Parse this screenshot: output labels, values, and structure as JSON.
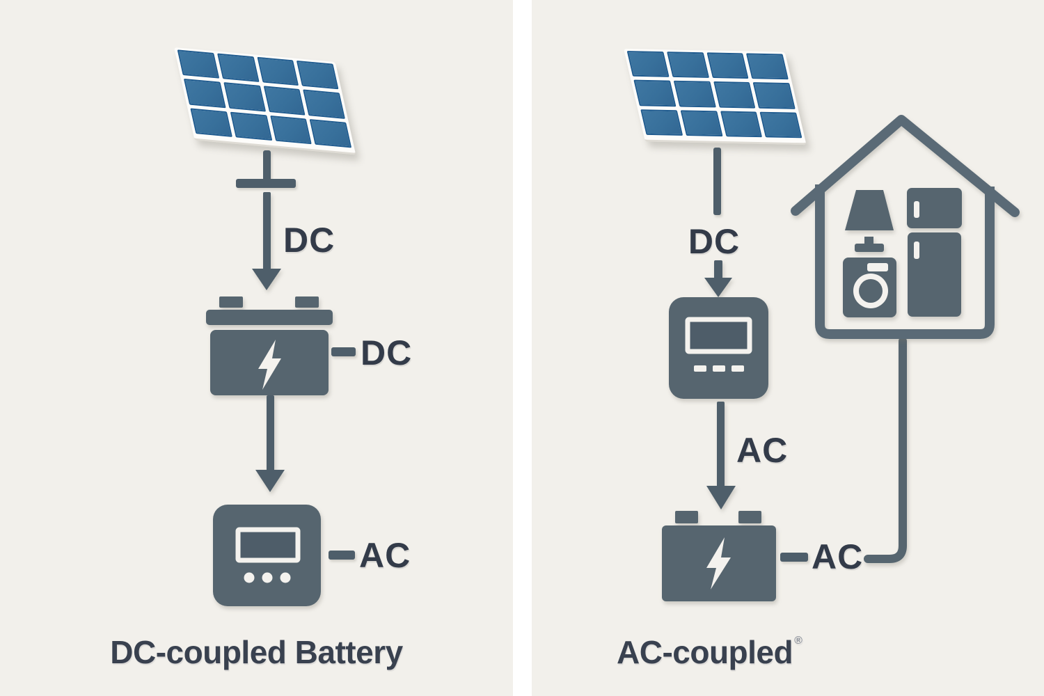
{
  "colors": {
    "page_background": "#ffffff",
    "panel_background": "#f2f0eb",
    "divider": "#ffffff",
    "icon_slate": "#56656f",
    "line_slate": "#4e5e6a",
    "label_navy": "#333b49",
    "caption_navy": "#39414f",
    "solar_cell_blue": "#38709b",
    "solar_cell_border": "#1e5a8e",
    "solar_frame_white": "#fdfcfa",
    "bolt_white": "#f4f2ee"
  },
  "left": {
    "caption": "DC-coupled Battery",
    "label_dc_top": "DC",
    "label_dc_battery": "DC",
    "label_ac_inverter": "AC",
    "icons": {
      "source": "solar-panel-icon",
      "storage": "battery-icon",
      "converter": "inverter-icon"
    }
  },
  "right": {
    "caption": "AC-coupled",
    "caption_mark": "®",
    "label_dc_top": "DC",
    "label_ac_mid": "AC",
    "label_ac_battery": "AC",
    "icons": {
      "source": "solar-panel-icon",
      "converter": "inverter-icon",
      "storage": "battery-icon",
      "loads": "house-appliances-icon"
    }
  }
}
